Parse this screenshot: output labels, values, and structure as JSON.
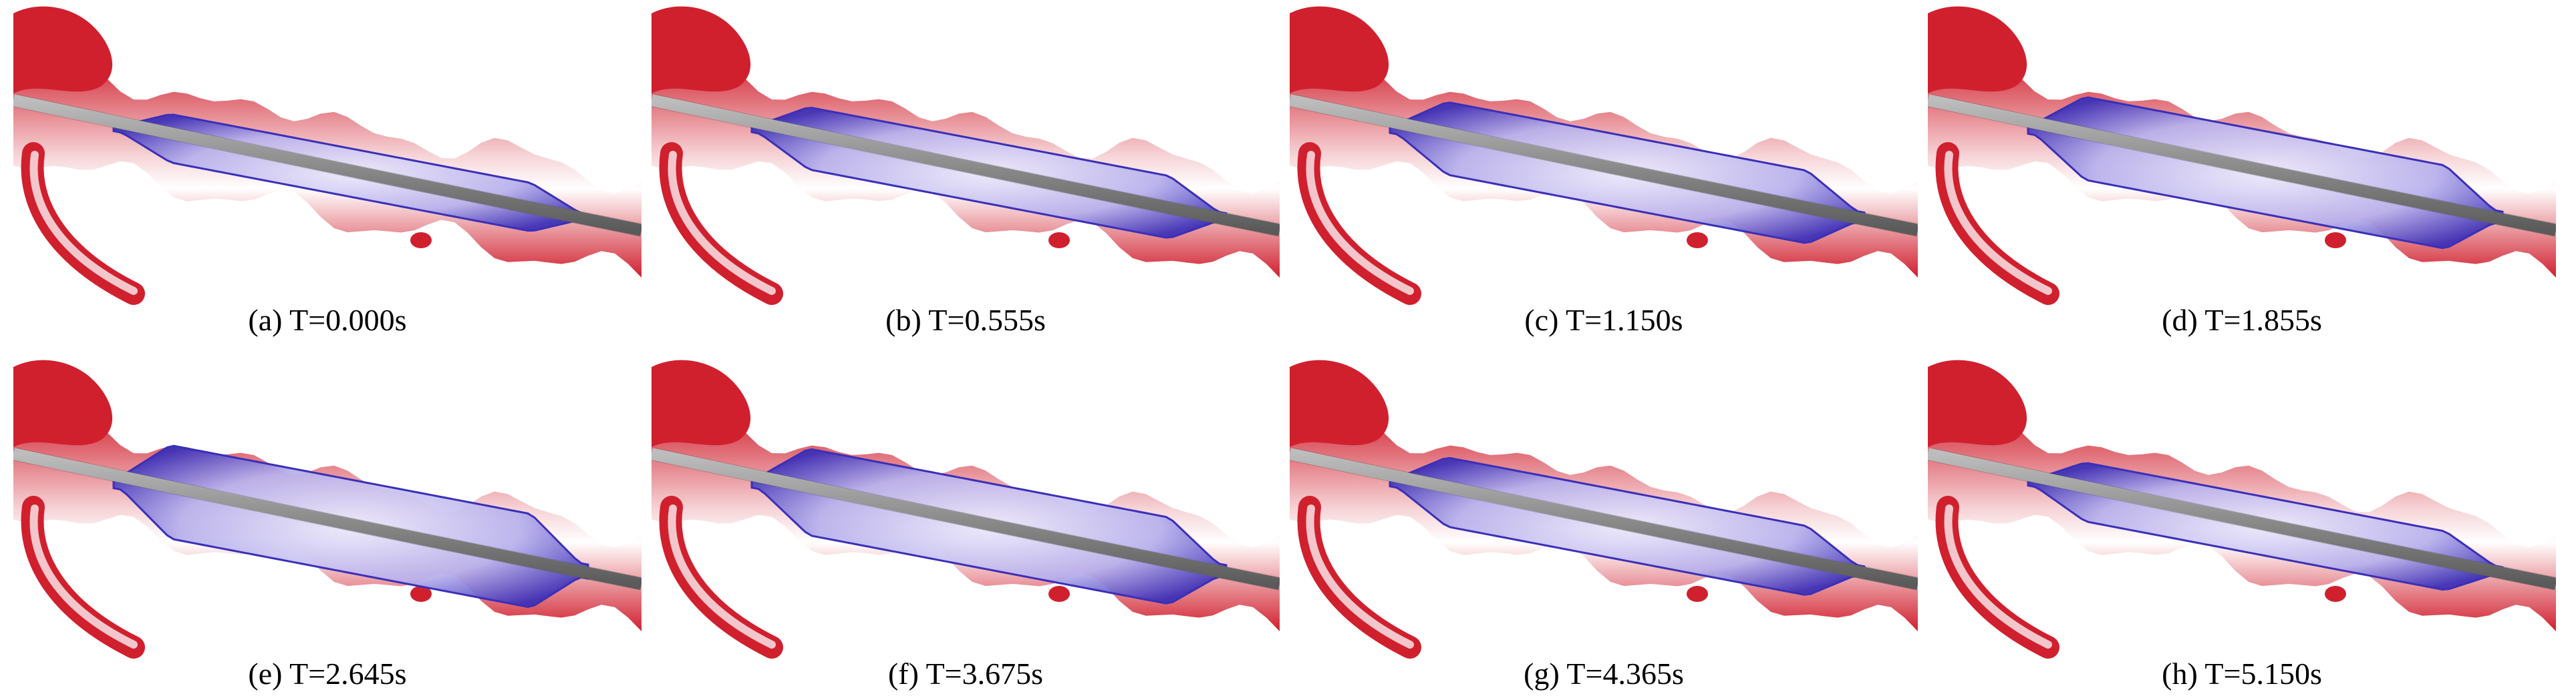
{
  "figure": {
    "panels": [
      {
        "label": "(a) T=0.000s",
        "balloon_inflation": 0.35
      },
      {
        "label": "(b) T=0.555s",
        "balloon_inflation": 0.55
      },
      {
        "label": "(c) T=1.150s",
        "balloon_inflation": 0.7
      },
      {
        "label": "(d) T=1.855s",
        "balloon_inflation": 0.85
      },
      {
        "label": "(e) T=2.645s",
        "balloon_inflation": 1.0
      },
      {
        "label": "(f) T=3.675s",
        "balloon_inflation": 0.9
      },
      {
        "label": "(g) T=4.365s",
        "balloon_inflation": 0.65
      },
      {
        "label": "(h) T=5.150s",
        "balloon_inflation": 0.5
      }
    ],
    "colors": {
      "vessel": "#d0202e",
      "vessel_light": "#f6d3d6",
      "balloon": "#3a2fb8",
      "balloon_light": "#ece9fb",
      "catheter": "#8c8c8c",
      "catheter_edge": "#5a5a5a"
    }
  }
}
